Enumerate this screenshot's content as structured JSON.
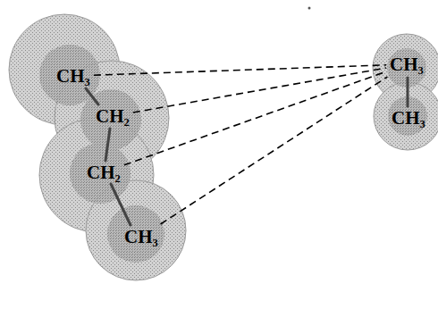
{
  "diagram": {
    "nodes": [
      {
        "text": [
          "CH₃"
        ]
      },
      {
        "text": [
          "CH₂"
        ]
      },
      {
        "text": [
          "CH₂"
        ]
      },
      {
        "text": [
          "CH₃"
        ]
      },
      {
        "text": [
          "CH₃"
        ]
      },
      {
        "text": [
          "CH₃"
        ]
      }
    ],
    "edges": [
      {
        "from": 0,
        "to": 4,
        "arrow": "none"
      },
      {
        "from": 1,
        "to": 4,
        "arrow": "none"
      },
      {
        "from": 2,
        "to": 4,
        "arrow": "none"
      },
      {
        "from": 3,
        "to": 4,
        "arrow": "none"
      }
    ]
  }
}
